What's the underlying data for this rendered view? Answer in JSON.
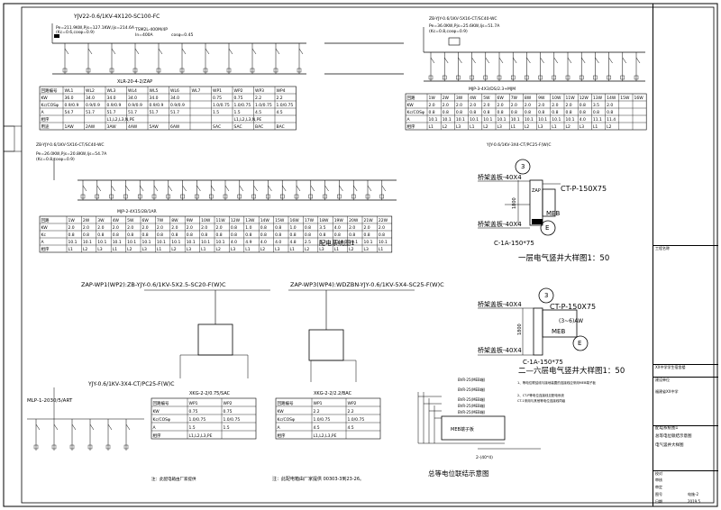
{
  "feeders": {
    "main": "YJV22-0.6/1KV-4X120-SC100-FC",
    "main_params": "Pe=211.9KW,Pjs=127.1KW,Ijs=214.6A",
    "main_kc": "(Kc=0.6,cosφ=0.9)",
    "breaker_main": "TSM2L-400M/4P",
    "rcd": "In=400A",
    "cos": "cosφ=0.45",
    "ws_top": "ZB-YJY-0.6/1KV-5X16-CT/SC40-WC",
    "ws_top_params": "Pe=36.0KW,Pjs=25.6KW,Ijs=51.7A",
    "ws_top_kc": "(Kc=0.8,cosφ=0.9)",
    "ws_mid": "ZB-YJY-0.6/1KV-5X16-CT/SC40-WC",
    "ws_mid_params": "Pe=26.0KW,Pjs=20.8KW,Ijs=54.7A",
    "ws_mid_kc": "(Kc=0.8,cosφ=0.9)",
    "zap": "ZAP-WP1(WP2):ZB-YJY-0.6/1KV-5X2.5-SC20-F(W)C",
    "zap2": "ZAP-WP3(WP4):WDZBN-YJY-0.6/1KV-5X4-SC25-F(W)C",
    "small": "YJY-0.6/1KV-3X4-CT/PC25-F(W)C",
    "mlp": "MLP-1-2030/5/ART",
    "bus_a": "XLR-20-4-2/ZAP",
    "bus_b": "MJP-3-4X3/DS/2.3+MJM",
    "bus_c": "MJP-2-4X15/2B/1AR",
    "cable_b": "YJY-0.6/1KV-3X4-CT/PC25-F(W)C"
  },
  "table_main": {
    "head": [
      "回路编号",
      "WL1",
      "WL2",
      "WL3",
      "WL4",
      "WL5",
      "WL6",
      "WL7",
      "WP1",
      "WP2",
      "WP3",
      "WP4"
    ],
    "rows": [
      [
        "KW",
        "36.0",
        "34.0",
        "34.0",
        "34.0",
        "34.0",
        "34.0",
        "",
        "0.75",
        "0.75",
        "2.2",
        "2.2"
      ],
      [
        "Kc/COSφ",
        "0.9/0.9",
        "0.9/0.9",
        "0.9/0.9",
        "0.9/0.9",
        "0.9/0.9",
        "0.9/0.9",
        "",
        "1.0/0.75",
        "1.0/0.75",
        "1.0/0.75",
        "1.0/0.75"
      ],
      [
        "A",
        "54.7",
        "51.7",
        "51.7",
        "51.7",
        "51.7",
        "51.7",
        "",
        "1.5",
        "1.5",
        "4.5",
        "4.5"
      ],
      [
        "相序",
        "",
        "",
        "L1,L2,L3,N,PE",
        "",
        "",
        "",
        "",
        "",
        "L1,L2,L3,N,PE",
        "",
        ""
      ],
      [
        "用途",
        "1AW",
        "2AW",
        "3AW",
        "4AW",
        "5AW",
        "6AW",
        "",
        "SAC",
        "SAC",
        "BAC",
        "BAC"
      ]
    ]
  },
  "table_right": {
    "head": [
      "回路",
      "1W",
      "2W",
      "3W",
      "4W",
      "5W",
      "6W",
      "7W",
      "8W",
      "9W",
      "10W",
      "11W",
      "12W",
      "13W",
      "14W",
      "15W",
      "16W"
    ],
    "rows": [
      [
        "KW",
        "2.0",
        "2.0",
        "2.0",
        "2.0",
        "2.0",
        "2.0",
        "2.0",
        "2.0",
        "2.0",
        "2.0",
        "2.0",
        "0.8",
        "3.5",
        "2.0",
        "",
        ""
      ],
      [
        "Kc/COSφ",
        "0.8",
        "0.8",
        "0.8",
        "0.8",
        "0.8",
        "0.8",
        "0.8",
        "0.8",
        "0.8",
        "0.8",
        "0.8",
        "0.8",
        "0.8",
        "0.8",
        "",
        ""
      ],
      [
        "A",
        "10.1",
        "10.1",
        "10.1",
        "10.1",
        "10.1",
        "10.1",
        "10.1",
        "10.1",
        "10.1",
        "10.1",
        "10.1",
        "4.0",
        "11.1",
        "11.4",
        "",
        ""
      ],
      [
        "相序",
        "L1",
        "L2",
        "L3",
        "L1",
        "L2",
        "L3",
        "L1",
        "L2",
        "L3",
        "L1",
        "L2",
        "L3",
        "L1",
        "L2",
        "",
        ""
      ]
    ]
  },
  "table_left": {
    "head": [
      "回路",
      "1W",
      "2W",
      "3W",
      "4W",
      "5W",
      "6W",
      "7W",
      "8W",
      "9W",
      "10W",
      "11W",
      "12W",
      "13W",
      "14W",
      "15W",
      "16W",
      "17W",
      "18W",
      "19W",
      "20W",
      "21W",
      "22W"
    ],
    "rows": [
      [
        "KW",
        "2.0",
        "2.0",
        "2.0",
        "2.0",
        "2.0",
        "2.0",
        "2.0",
        "2.0",
        "2.0",
        "2.0",
        "2.0",
        "0.8",
        "1.0",
        "0.8",
        "0.8",
        "1.0",
        "0.8",
        "3.5",
        "4.0",
        "2.0",
        "2.0",
        "2.0"
      ],
      [
        "Kc",
        "0.8",
        "0.8",
        "0.8",
        "0.8",
        "0.8",
        "0.8",
        "0.8",
        "0.8",
        "0.8",
        "0.8",
        "0.8",
        "0.8",
        "0.8",
        "0.8",
        "0.8",
        "0.8",
        "0.8",
        "0.8",
        "0.8",
        "0.8",
        "0.8",
        "0.8"
      ],
      [
        "A",
        "10.1",
        "10.1",
        "10.1",
        "10.1",
        "10.1",
        "10.1",
        "10.1",
        "10.1",
        "10.1",
        "10.1",
        "10.1",
        "4.0",
        "4.9",
        "4.0",
        "4.0",
        "4.8",
        "2.5",
        "5.7",
        "11.4",
        "10.1",
        "10.1",
        "10.1"
      ],
      [
        "相序",
        "L1",
        "L2",
        "L3",
        "L1",
        "L2",
        "L3",
        "L1",
        "L2",
        "L3",
        "L1",
        "L2",
        "L3",
        "L1",
        "L2",
        "L3",
        "L1",
        "L2",
        "L3",
        "L1",
        "L2",
        "L3",
        "L1"
      ]
    ]
  },
  "table_wp": {
    "head": [
      "",
      "XKG-2-2/0.75/SAC"
    ],
    "cols": [
      "回路编号",
      "WP1",
      "WP2"
    ],
    "rows": [
      [
        "KW",
        "0.75",
        "0.75"
      ],
      [
        "Kc/COSφ",
        "1.0/0.75",
        "1.0/0.75"
      ],
      [
        "A",
        "1.5",
        "1.5"
      ],
      [
        "相序",
        "L1,L2,L3,PE",
        ""
      ]
    ]
  },
  "table_wp2": {
    "head": [
      "",
      "XKG-2-2/2.2/BAC"
    ],
    "cols": [
      "回路编号",
      "WP1",
      "WP2"
    ],
    "rows": [
      [
        "KW",
        "2.2",
        "2.2"
      ],
      [
        "Kc/COSφ",
        "1.0/0.75",
        "1.0/0.75"
      ],
      [
        "A",
        "4.5",
        "4.5"
      ],
      [
        "相序",
        "L1,L2,L3,PE",
        ""
      ]
    ]
  },
  "labels": {
    "dist_title": "配电系统图1",
    "eq_title": "总等电位联结示意图",
    "note_zap": "注：此配电箱由厂家提供",
    "note_zap2": "注：此配电箱由厂家提供 00303-3到23-26。",
    "mebs_1": "一层电气竖井大样图1：50",
    "mebs_2": "二—六层电气竖井大样图1：50",
    "tray_1": "桥架盖板-40X4",
    "tray_2": "桥架盖板-40X4",
    "tray_3": "桥架盖板-40X4",
    "tray_4": "桥架盖板-40X4",
    "ct1": "CT-P-150X75",
    "ct2": "CT-P-150X75",
    "c1a": "C-1A-150*75",
    "c1a2": "C-1A-150*75",
    "zap_lbl": "ZAP",
    "apk": "(3~6)AW",
    "meb": "MEB",
    "meb2": "MEB",
    "dim": "1800",
    "dim2": "1800",
    "c3": "3",
    "c3b": "3",
    "ce": "E",
    "ce2": "E",
    "eq_note1": "1、等电位联结线与接地装置的连接线应采用MEB端子板",
    "eq_note2": "2、CT-P等电位连接线见配电系统",
    "eq_note3": "CT-1采用与其他等电位连接线同级",
    "bvr1": "BVR-25(MEB端)",
    "bvr2": "BVR-25(MEB端)",
    "bvr3": "BVR-25(MEB端)",
    "bvr4": "BVR-25(MEB端)",
    "bvr5": "BVR-25(MEB端)",
    "meb_box": "MEB端子板",
    "sec": "2-(40*4)"
  },
  "title_block": {
    "cells": [
      "工程名称",
      "XX中学学生宿舍楼",
      "建设单位",
      "福建省XX中学",
      "配电系统图1",
      "总等电位联结示意图",
      "电气竖井大样图"
    ],
    "grid": [
      "校对",
      "审核",
      "审定",
      "图号",
      "电施-2",
      "日期",
      "2019.5"
    ]
  }
}
